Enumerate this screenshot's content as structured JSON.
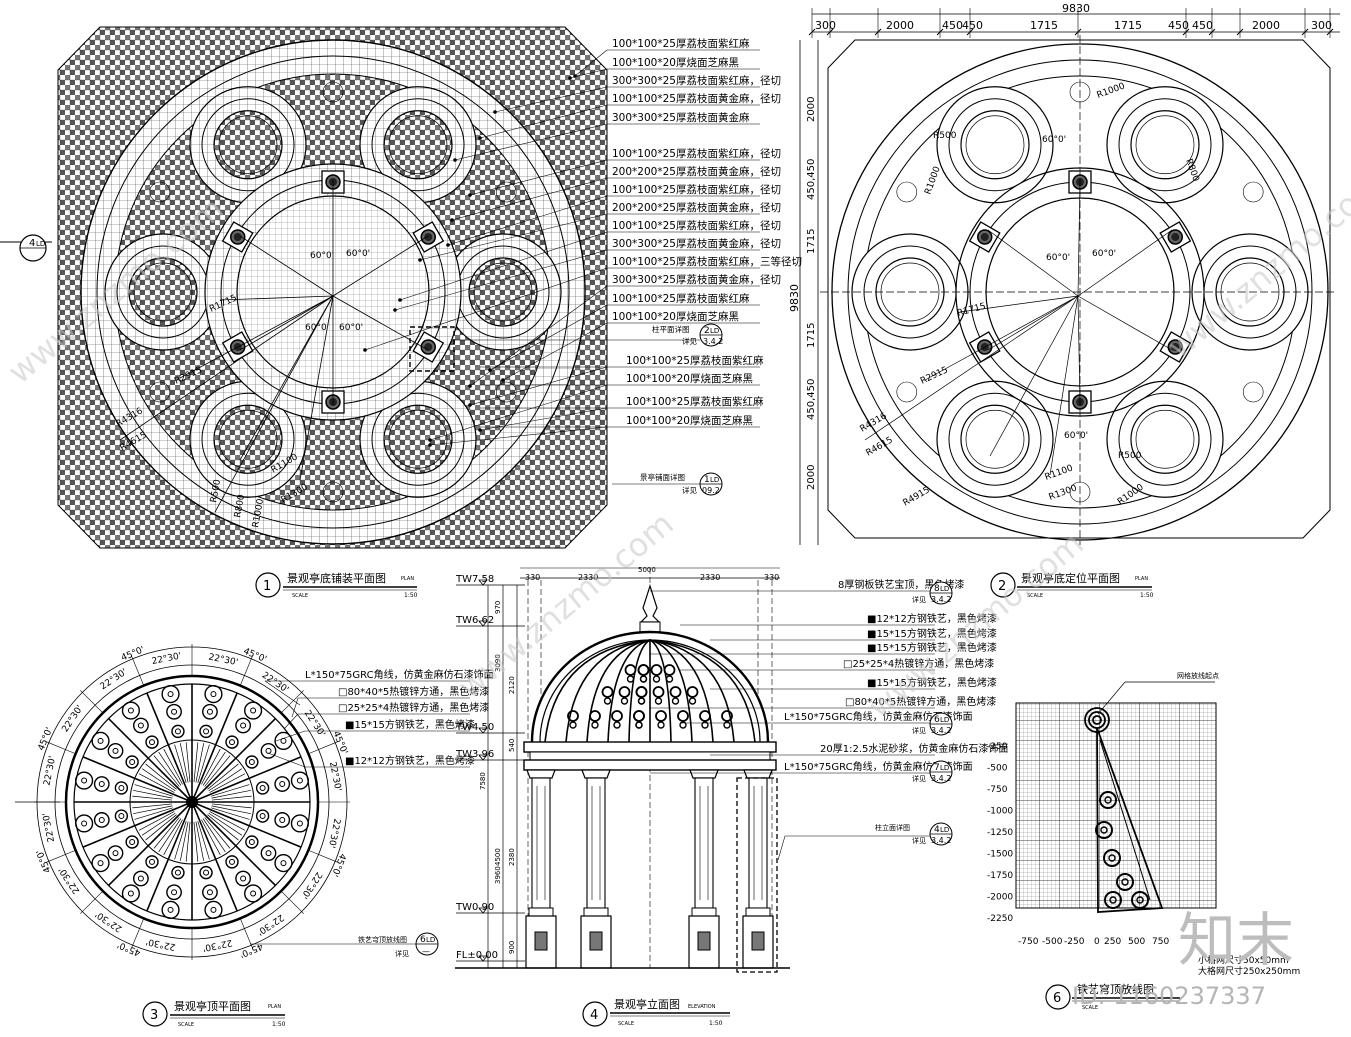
{
  "plan1": {
    "title": "景观亭底铺装平面图",
    "num": "1",
    "plan_tag": "PLAN",
    "scale_word": "SCALE",
    "scale": "1:50",
    "section_ref": "4",
    "section_ref_code": "LD",
    "dims": [
      "R1715",
      "R2915",
      "R4316",
      "R4615",
      "R1100",
      "R1300",
      "R500",
      "R800",
      "R1000",
      "60°0'"
    ],
    "notes": [
      "100*100*25厚荔枝面紫红麻",
      "100*100*20厚烧面芝麻黑",
      "300*300*25厚荔枝面紫红麻，径切",
      "100*100*25厚荔枝面黄金麻，径切",
      "300*300*25厚荔枝面黄金麻",
      "100*100*25厚荔枝面紫红麻，径切",
      "200*200*25厚荔枝面黄金麻，径切",
      "100*100*25厚荔枝面紫红麻，径切",
      "200*200*25厚荔枝面黄金麻，径切",
      "100*100*25厚荔枝面紫红麻，径切",
      "300*300*25厚荔枝面黄金麻，径切",
      "100*100*25厚荔枝面紫红麻，三等径切",
      "300*300*25厚荔枝面黄金麻，径切",
      "100*100*25厚荔枝面紫红麻",
      "100*100*20厚烧面芝麻黑"
    ],
    "notes2": [
      "100*100*25厚荔枝面紫红麻",
      "100*100*20厚烧面芝麻黑",
      "100*100*25厚荔枝面紫红麻",
      "100*100*20厚烧面芝麻黑"
    ],
    "ref_column": {
      "label": "柱平面详图",
      "num": "2",
      "code": "LD",
      "sheet": "3.4.2",
      "see": "详见"
    },
    "ref_pattern": {
      "label": "景亭铺面详图",
      "num": "1",
      "code": "LD",
      "sheet": "09.2",
      "see": "详见"
    }
  },
  "plan2": {
    "title": "景观亭底定位平面图",
    "num": "2",
    "plan_tag": "PLAN",
    "scale_word": "SCALE",
    "scale": "1:50",
    "top_total": "9830",
    "top_dims": [
      "300",
      "2000",
      "450",
      "450",
      "1715",
      "1715",
      "450",
      "450",
      "2000",
      "300"
    ],
    "left_total": "9830",
    "left_dims": [
      "2000",
      "450,450",
      "1715",
      "1715",
      "450,450",
      "2000"
    ],
    "radii": [
      "R1000",
      "R500",
      "R800",
      "R1000",
      "R1715",
      "R2915",
      "R4316",
      "R4615",
      "R4915",
      "R1100",
      "R1300",
      "R500",
      "R1000",
      "60°0'"
    ]
  },
  "plan3": {
    "title": "景观亭顶平面图",
    "num": "3",
    "plan_tag": "PLAN",
    "scale_word": "SCALE",
    "scale": "1:50",
    "angles": [
      "45°0'",
      "22°30'",
      "22°30'"
    ],
    "notes": [
      "L*150*75GRC角线，仿黄金麻仿石漆饰面",
      "□80*40*5热镀锌方通，黑色烤漆",
      "□25*25*4热镀锌方通，黑色烤漆",
      "■15*15方钢铁艺，黑色烤漆",
      "■12*12方钢铁艺，黑色烤漆"
    ],
    "ref": {
      "label": "铁艺穹顶放线图",
      "num": "6",
      "code": "LD",
      "see": "详见",
      "sheet": "—"
    }
  },
  "elev4": {
    "title": "景观亭立面图",
    "num": "4",
    "tag": "ELEVATION",
    "scale_word": "SCALE",
    "scale": "1:50",
    "levels": [
      "TW7.58",
      "TW6.62",
      "TW4.50",
      "TW3.96",
      "TW0.90",
      "FL±0.00"
    ],
    "top_dims": [
      "5000",
      "330",
      "2330",
      "2330",
      "330"
    ],
    "left_dims": [
      "970",
      "3090",
      "2120",
      "540",
      "7580",
      "4500",
      "3960",
      "2380",
      "900"
    ],
    "notes": [
      "8厚钢板铁艺宝顶，黑色烤漆",
      "■12*12方钢铁艺，黑色烤漆",
      "■15*15方钢铁艺，黑色烤漆",
      "■15*15方钢铁艺，黑色烤漆",
      "□25*25*4热镀锌方通，黑色烤漆",
      "■15*15方钢铁艺，黑色烤漆",
      "□80*40*5热镀锌方通，黑色烤漆",
      "L*150*75GRC角线，仿黄金麻仿石漆饰面",
      "20厚1:2.5水泥砂浆，仿黄金麻仿石漆饰面",
      "L*150*75GRC角线，仿黄金麻仿石漆饰面"
    ],
    "ref_top": {
      "num": "8",
      "code": "LD",
      "sheet": "3.4.2",
      "see": "详见"
    },
    "ref_grc1": {
      "num": "6",
      "code": "LD",
      "sheet": "3.4.2",
      "see": "详见"
    },
    "ref_grc2": {
      "num": "7",
      "code": "LD",
      "sheet": "3.4.2",
      "see": "详见"
    },
    "ref_column": {
      "label": "柱立面详图",
      "num": "4",
      "code": "LD",
      "sheet": "3.4.2",
      "see": "详见"
    }
  },
  "grid6": {
    "title": "铁艺穹顶放线图",
    "num": "6",
    "scale_word": "SCALE",
    "start_label": "网格放线起点",
    "y_ticks": [
      "-250",
      "-500",
      "-750",
      "-1000",
      "-1250",
      "-1500",
      "-1750",
      "-2000",
      "-2250"
    ],
    "x_ticks": [
      "-750",
      "-500",
      "-250",
      "0",
      "250",
      "500",
      "750"
    ],
    "note1": "小格网尺寸50x50mm",
    "note2": "大格网尺寸250x250mm"
  },
  "watermark": {
    "brand": "知末",
    "id": "ID: 1160237337",
    "site": "www.znzmo.com"
  }
}
